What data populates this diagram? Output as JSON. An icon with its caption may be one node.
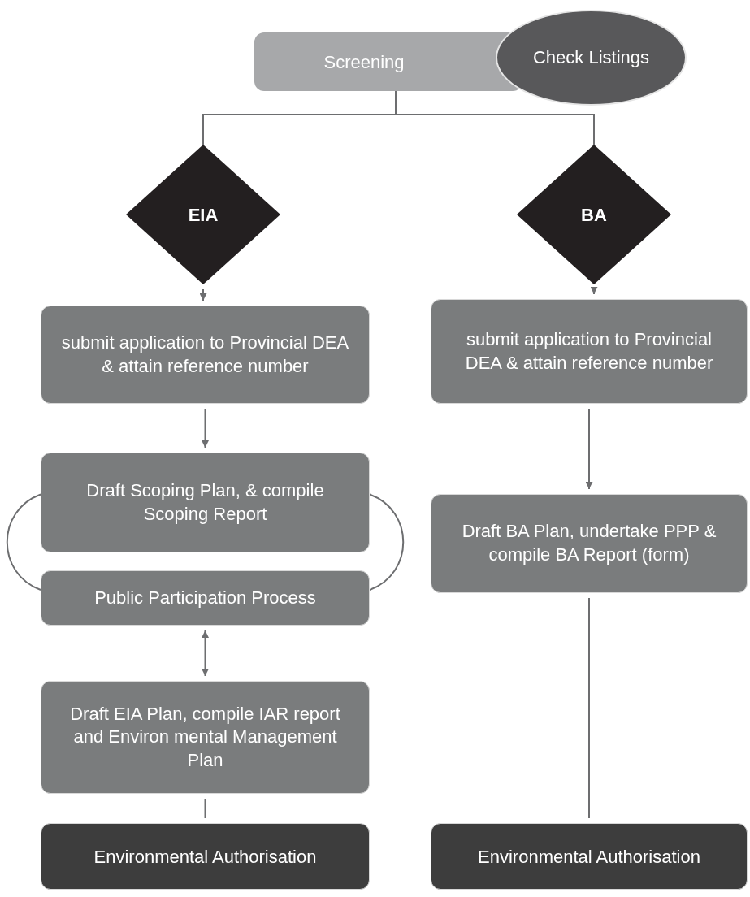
{
  "diagram": {
    "nodes": [
      {
        "text": [
          "Screening"
        ]
      },
      {
        "text": [
          "Check Listings"
        ]
      },
      {
        "text": [
          "EIA"
        ]
      },
      {
        "text": [
          "BA"
        ]
      },
      {
        "text": [
          "submit application to Provincial DEA & attain reference number"
        ]
      },
      {
        "text": [
          "submit application to Provincial DEA & attain reference number"
        ]
      },
      {
        "text": [
          "Draft Scoping Plan, & compile Scoping Report"
        ]
      },
      {
        "text": [
          "Public Participation Process"
        ]
      },
      {
        "text": [
          "Draft EIA Plan, compile IAR report and Environ mental Management Plan"
        ]
      },
      {
        "text": [
          "Environmental Authorisation"
        ]
      },
      {
        "text": [
          "Draft BA Plan, undertake PPP & compile BA Report (form)"
        ]
      },
      {
        "text": [
          "Environmental Authorisation"
        ]
      }
    ],
    "edges": [
      {
        "from": 0,
        "to": 2,
        "arrow": "none"
      },
      {
        "from": 0,
        "to": 3,
        "arrow": "none"
      },
      {
        "from": 2,
        "to": 4,
        "arrow": "to"
      },
      {
        "from": 3,
        "to": 5,
        "arrow": "to"
      },
      {
        "from": 4,
        "to": 6,
        "arrow": "to"
      },
      {
        "from": 6,
        "to": 7,
        "arrow": "none"
      },
      {
        "from": 6,
        "to": 7,
        "arrow": "none"
      },
      {
        "from": 7,
        "to": 8,
        "arrow": "both"
      },
      {
        "from": 8,
        "to": 9,
        "arrow": "none"
      },
      {
        "from": 5,
        "to": 10,
        "arrow": "to"
      },
      {
        "from": 10,
        "to": 11,
        "arrow": "none"
      }
    ]
  }
}
